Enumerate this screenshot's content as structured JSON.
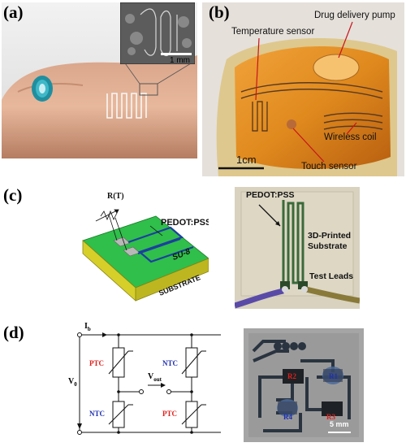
{
  "panels": {
    "a": {
      "label": "(a)",
      "inset_scale": "1 mm"
    },
    "b": {
      "label": "(b)",
      "callouts": {
        "temperature": "Temperature sensor",
        "drug_pump": "Drug delivery pump",
        "coil": "Wireless coil",
        "touch": "Touch sensor"
      },
      "scale": "1cm"
    },
    "c": {
      "label": "(c)",
      "schematic": {
        "sensor": "R(T)",
        "material": "PEDOT:PSS",
        "layer": "SU-8",
        "base": "SUBSTRATE"
      },
      "photo": {
        "material": "PEDOT:PSS",
        "substrate_line1": "3D-Printed",
        "substrate_line2": "Substrate",
        "leads": "Test Leads"
      }
    },
    "d": {
      "label": "(d)",
      "circuit": {
        "current": "I",
        "current_sub": "b",
        "voltage": "V",
        "voltage_sub": "0",
        "out": "V",
        "out_sub": "out",
        "ptc_top": "PTC",
        "ntc_bottom": "NTC",
        "ntc_top": "NTC",
        "ptc_bottom": "PTC"
      },
      "photo": {
        "r1": "R1",
        "r2": "R2",
        "r3": "R3",
        "r4": "R4",
        "scale": "5 mm"
      }
    }
  },
  "colors": {
    "ptc": "#e0201c",
    "ntc": "#2030b0",
    "su8": "#2fbf4a",
    "substrate": "#d6cf2a"
  }
}
